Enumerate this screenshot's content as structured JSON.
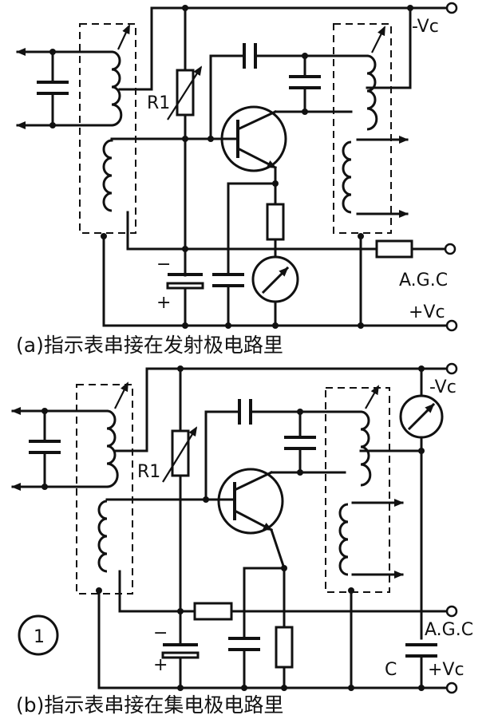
{
  "labels": {
    "vc_neg": "-Vc",
    "vc_pos": "+Vc",
    "agc": "A.G.C",
    "r1": "R1",
    "c": "C",
    "minus": "−",
    "plus": "+",
    "figure_number": "1"
  },
  "captions": {
    "a": "(a)指示表串接在发射极电路里",
    "b": "(b)指示表串接在集电极电路里"
  }
}
